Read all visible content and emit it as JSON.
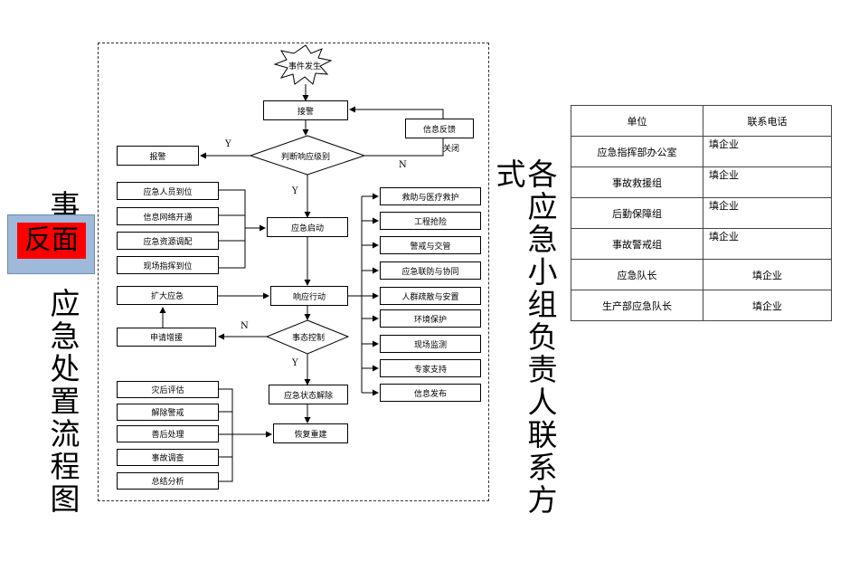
{
  "left_title": {
    "chars": [
      "事",
      "应",
      "急",
      "处",
      "置",
      "流",
      "程",
      "图"
    ]
  },
  "badge": {
    "label": "反面"
  },
  "right_title": {
    "first": "式",
    "chars": [
      "各",
      "应",
      "急",
      "小",
      "组",
      "负",
      "责",
      "人",
      "联",
      "系",
      "方"
    ]
  },
  "flow": {
    "start": "事件发生",
    "alarm_receive": "接警",
    "feedback": "信息反馈",
    "close": "关闭",
    "judge": "判断响应级别",
    "report": "报警",
    "yes": "Y",
    "no": "N",
    "left_top": [
      "应急人员到位",
      "信息网络开通",
      "应急资源调配",
      "现场指挥到位"
    ],
    "start_response": "应急启动",
    "expand": "扩大应急",
    "action": "响应行动",
    "request": "申请增援",
    "control": "事态控制",
    "lift": "应急状态解除",
    "recover": "恢复重建",
    "left_bottom": [
      "灾后评估",
      "解除警戒",
      "善后处理",
      "事故调查",
      "总结分析"
    ],
    "right_items": [
      "救助与医疗救护",
      "工程抢险",
      "警戒与交管",
      "应急联防与协同",
      "人群疏散与安置",
      "环境保护",
      "现场监测",
      "专家支持",
      "信息发布"
    ]
  },
  "contacts": {
    "header": {
      "unit": "单位",
      "phone": "联系电话"
    },
    "rows": [
      {
        "unit": "应急指挥部办公室",
        "phone": "填企业"
      },
      {
        "unit": "事故救援组",
        "phone": "填企业"
      },
      {
        "unit": "后勤保障组",
        "phone": "填企业"
      },
      {
        "unit": "事故警戒组",
        "phone": "填企业"
      },
      {
        "unit": "应急队长",
        "phone": "填企业"
      },
      {
        "unit": "生产部应急队长",
        "phone": "填企业"
      }
    ]
  }
}
